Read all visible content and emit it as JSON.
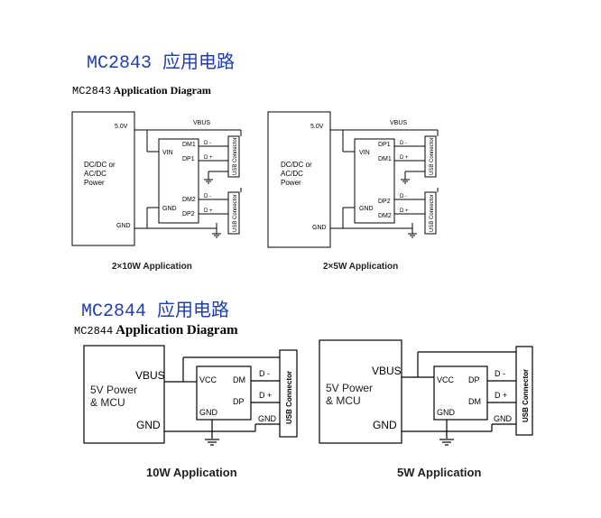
{
  "mc2843": {
    "title": "MC2843 应用电路",
    "subtitle_code": "MC2843",
    "subtitle_text": " Application Diagram",
    "left": {
      "supply": "5.0V",
      "vbus": "VBUS",
      "power_lines": [
        "DC/DC or",
        "AC/DC",
        "Power"
      ],
      "gnd_out": "GND",
      "vin": "VIN",
      "gnd_in": "GND",
      "pins": [
        "DM1",
        "DP1",
        "DM2",
        "DP2"
      ],
      "line_labels": [
        "D -",
        "D +",
        "D -",
        "D +"
      ],
      "connector": "USB Connector",
      "caption": "2×10W Application"
    },
    "right": {
      "supply": "5.0V",
      "vbus": "VBUS",
      "power_lines": [
        "DC/DC or",
        "AC/DC",
        "Power"
      ],
      "gnd_out": "GND",
      "vin": "VIN",
      "gnd_in": "GND",
      "pins": [
        "DP1",
        "DM1",
        "DP2",
        "DM2"
      ],
      "line_labels": [
        "D -",
        "D +",
        "D -",
        "D +"
      ],
      "connector": "USB Connector",
      "caption": "2×5W Application"
    }
  },
  "mc2844": {
    "title": "MC2844 应用电路",
    "subtitle_code": "MC2844",
    "subtitle_text": " Application Diagram",
    "left": {
      "power_lines": [
        "5V Power",
        "& MCU"
      ],
      "vbus": "VBUS",
      "gnd_out": "GND",
      "vcc": "VCC",
      "gnd_in": "GND",
      "pins": [
        "DM",
        "DP"
      ],
      "line_labels": [
        "D -",
        "D +",
        "GND"
      ],
      "connector": "USB Connector",
      "caption": "10W Application"
    },
    "right": {
      "power_lines": [
        "5V Power",
        "& MCU"
      ],
      "vbus": "VBUS",
      "gnd_out": "GND",
      "vcc": "VCC",
      "gnd_in": "GND",
      "pins": [
        "DP",
        "DM"
      ],
      "line_labels": [
        "D -",
        "D +",
        "GND"
      ],
      "connector": "USB Connector",
      "caption": "5W Application"
    }
  }
}
